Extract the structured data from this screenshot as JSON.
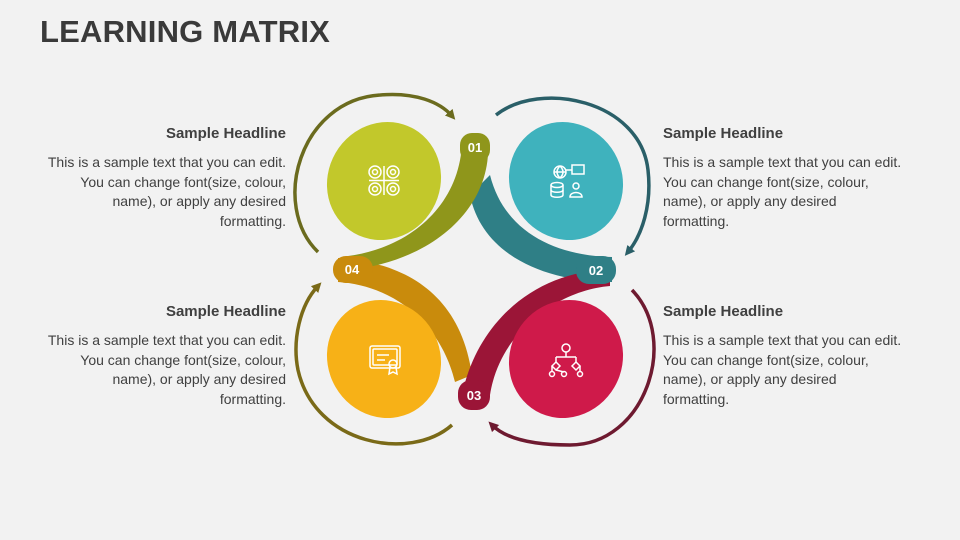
{
  "title": "LEARNING MATRIX",
  "colors": {
    "background": "#f2f2f2",
    "step1": "#c2c82b",
    "step1_dark": "#8f961b",
    "step1_arrow": "#6b6b1e",
    "step2": "#3fb2bd",
    "step2_dark": "#2f7f86",
    "step2_arrow": "#2a5f68",
    "step3": "#cf1a4a",
    "step3_dark": "#9b1537",
    "step3_arrow": "#6e1a30",
    "step4": "#f7b117",
    "step4_dark": "#c98b0c",
    "step4_arrow": "#7a6a18"
  },
  "steps": [
    {
      "number": "01",
      "icon": "network-circles-icon",
      "headline": "Sample Headline",
      "text": "This is a sample text that you can edit. You can change font(size, colour, name), or apply any desired formatting."
    },
    {
      "number": "02",
      "icon": "data-sharing-icon",
      "headline": "Sample Headline",
      "text": "This is a sample text that you can edit. You can change font(size, colour, name), or apply any desired formatting."
    },
    {
      "number": "03",
      "icon": "hierarchy-tree-icon",
      "headline": "Sample Headline",
      "text": "This is a sample text that you can edit. You can change font(size, colour, name), or apply any desired formatting."
    },
    {
      "number": "04",
      "icon": "certificate-icon",
      "headline": "Sample Headline",
      "text": "This is a sample text that you can edit. You can change font(size, colour, name), or apply any desired formatting."
    }
  ]
}
